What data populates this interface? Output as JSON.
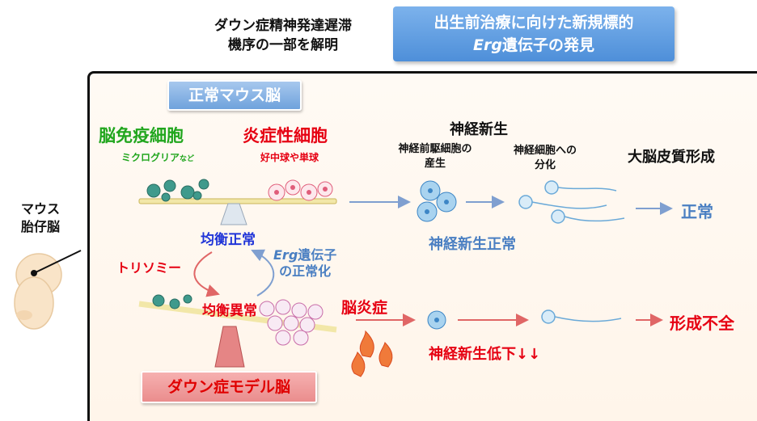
{
  "title_left": [
    "ダウン症精神発達遅滞",
    "機序の一部を解明"
  ],
  "title_box": [
    "出生前治療に向けた新規標的",
    "Erg",
    "遺伝子の発見"
  ],
  "mouse_label": [
    "マウス",
    "胎仔脳"
  ],
  "normal_label": "正常マウス脳",
  "ds_label": "ダウン症モデル脳",
  "microglia_title": "脳免疫細胞",
  "microglia_sub": "ミクログリア",
  "microglia_sub_small": "など",
  "inflam_title": "炎症性細胞",
  "inflam_sub": "好中球や単球",
  "balanced": "均衡正常",
  "trisomy": "トリソミー",
  "erg_norm": [
    "Erg",
    "遺伝子",
    "の正常化"
  ],
  "imbalanced": "均衡異常",
  "neurogenesis": "神経新生",
  "progenitor": [
    "神経前駆細胞の",
    "産生"
  ],
  "differentiation": [
    "神経細胞への",
    "分化"
  ],
  "cortex": "大脳皮質形成",
  "normal_result": "正常",
  "neuro_normal": "神経新生正常",
  "brain_inflam": "脳炎症",
  "neuro_low": "神経新生低下",
  "down_arrows": "↓↓",
  "malformation": "形成不全",
  "colors": {
    "green": "#21a61e",
    "red": "#e60012",
    "blue": "#1f34d8",
    "light_blue": "#4a7fc2",
    "title_box": "#5b9be0"
  }
}
